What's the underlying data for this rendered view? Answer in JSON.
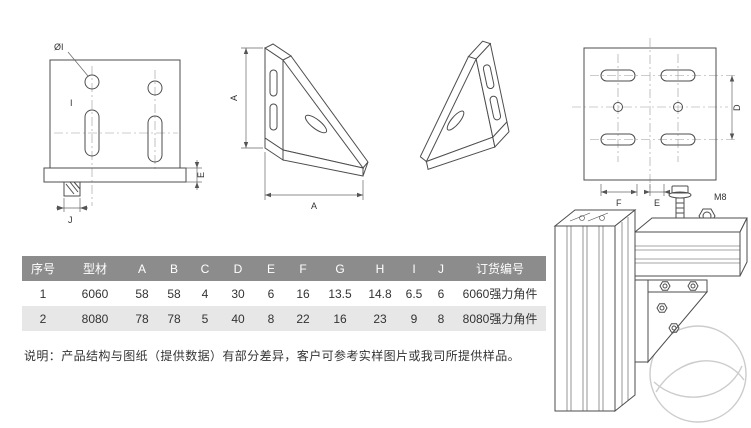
{
  "drawings": {
    "front_view": {
      "labels": {
        "dia": "ØI",
        "i": "I",
        "j": "J",
        "e": "E"
      }
    },
    "iso_view": {
      "labels": {
        "a_vertical": "A",
        "a_horizontal": "A"
      }
    },
    "rear_view": {
      "labels": {
        "d": "D",
        "f": "F",
        "e": "E",
        "m8": "M8"
      }
    }
  },
  "table": {
    "headers": [
      "序号",
      "型材",
      "A",
      "B",
      "C",
      "D",
      "E",
      "F",
      "G",
      "H",
      "I",
      "J",
      "订货编号"
    ],
    "rows": [
      [
        "1",
        "6060",
        "58",
        "58",
        "4",
        "30",
        "6",
        "16",
        "13.5",
        "14.8",
        "6.5",
        "6",
        "6060强力角件"
      ],
      [
        "2",
        "8080",
        "78",
        "78",
        "5",
        "40",
        "8",
        "22",
        "16",
        "23",
        "9",
        "8",
        "8080强力角件"
      ]
    ]
  },
  "note": "说明：产品结构与图纸（提供数据）有部分差异，客户可参考实样图片或我司所提供样品。",
  "colors": {
    "header_bg": "#8c8c8c",
    "header_text": "#ffffff",
    "row_alt_bg": "#e7e7e7",
    "line": "#4d4d4d",
    "watermark": "#cccccc"
  }
}
